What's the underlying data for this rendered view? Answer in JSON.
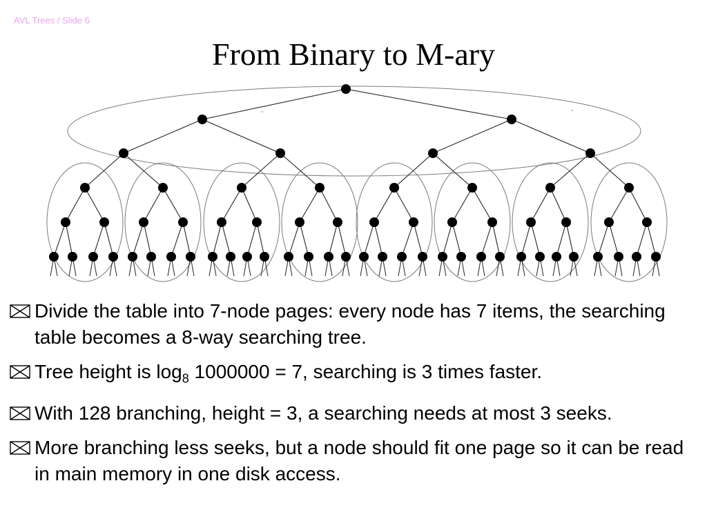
{
  "header": {
    "text": "AVL Trees / Slide 6"
  },
  "title": "From Binary to M-ary",
  "bullets": [
    {
      "text": "Divide the table into 7-node pages: every node has 7 items, the searching table becomes a 8-way searching tree."
    },
    {
      "pre": " Tree height is log",
      "sub": "8",
      "post": " 1000000 = 7, searching is 3 times faster."
    },
    {
      "text": " With 128 branching,  height = 3, a searching needs at most 3 seeks."
    },
    {
      "text": " More branching less seeks, but  a node should fit one page so it can be read in main memory in one disk access."
    }
  ],
  "diagram": {
    "levels": 6,
    "branching": 2,
    "pages_bottom": 8,
    "page_levels": 3
  },
  "colors": {
    "header": "#e7a6e7",
    "text": "#000000",
    "node": "#000000",
    "page_outline": "#7a7a7a"
  },
  "icons": {
    "bullet": "envelope-x-icon"
  }
}
